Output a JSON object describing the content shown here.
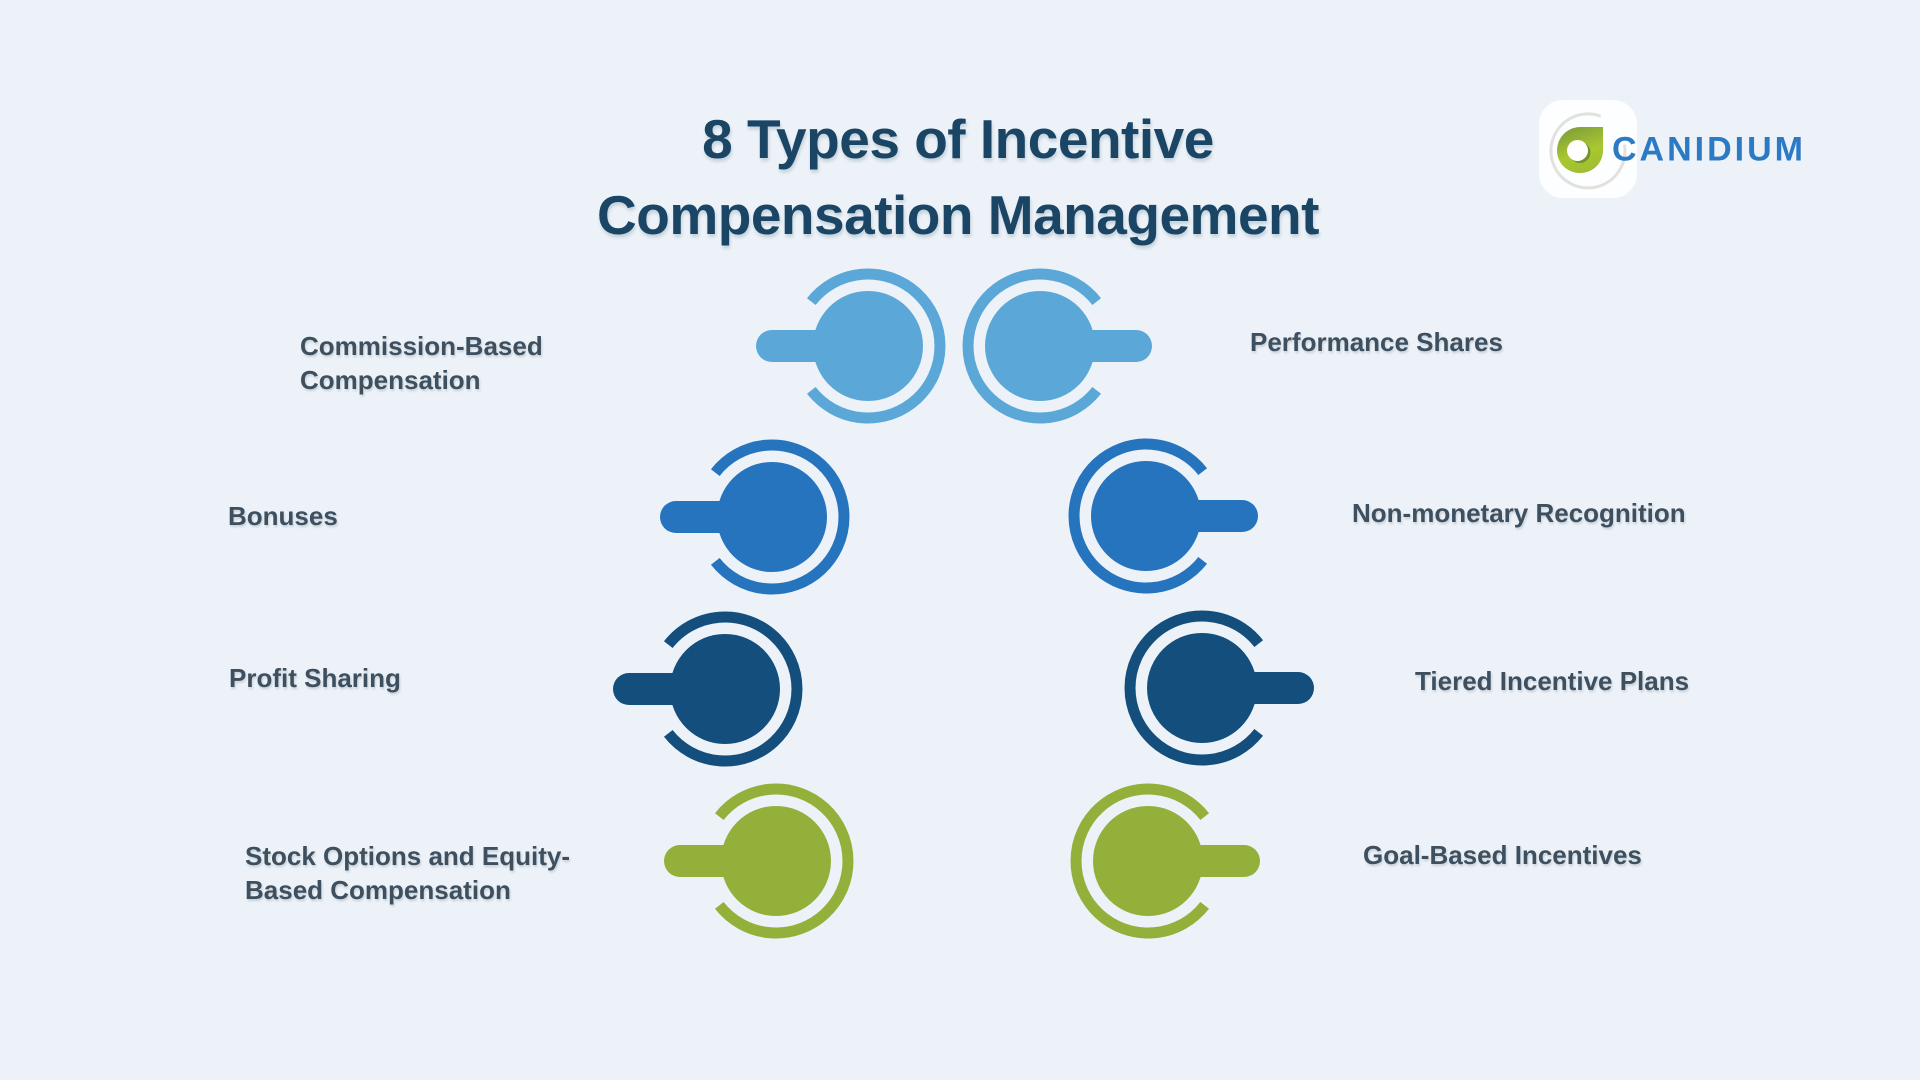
{
  "title": {
    "line1": "8 Types of Incentive",
    "line2": "Compensation Management"
  },
  "logo": {
    "name": "CANIDIUM"
  },
  "colors": {
    "background": "#ECF2F8",
    "title": "#1A4565",
    "label": "#3E4F5F",
    "tier1": "#5BA8D8",
    "tier2": "#2673BE",
    "tier3": "#134E7C",
    "tier4": "#93B03B",
    "logo_blue": "#2B7AC3",
    "logo_green": "#A9C72F",
    "logo_green_dark": "#7C9C3B",
    "logo_arc": "#E3E1DD"
  },
  "icons": {
    "marker": "circle-marker-icon",
    "logo_mark": "leaf-drop-icon"
  },
  "items": [
    {
      "label": "Commission-Based\nCompensation",
      "side": "left",
      "row": 1,
      "color": "tier1"
    },
    {
      "label": "Performance Shares",
      "side": "right",
      "row": 1,
      "color": "tier1"
    },
    {
      "label": "Bonuses",
      "side": "left",
      "row": 2,
      "color": "tier2"
    },
    {
      "label": "Non-monetary Recognition",
      "side": "right",
      "row": 2,
      "color": "tier2"
    },
    {
      "label": "Profit Sharing",
      "side": "left",
      "row": 3,
      "color": "tier3"
    },
    {
      "label": "Tiered Incentive Plans",
      "side": "right",
      "row": 3,
      "color": "tier3"
    },
    {
      "label": "Stock Options and Equity-\nBased Compensation",
      "side": "left",
      "row": 4,
      "color": "tier4"
    },
    {
      "label": "Goal-Based Incentives",
      "side": "right",
      "row": 4,
      "color": "tier4"
    }
  ]
}
